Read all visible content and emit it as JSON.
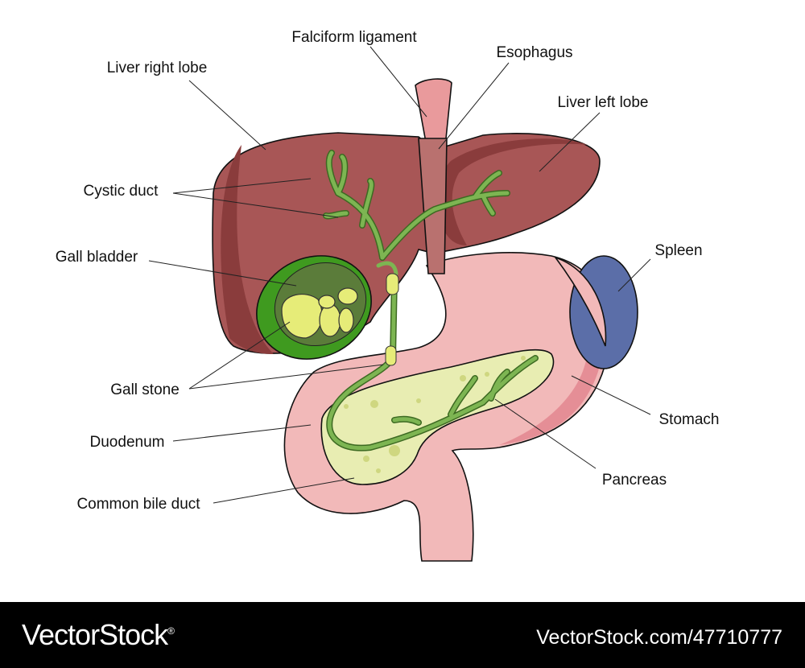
{
  "labels": {
    "falciform_ligament": "Falciform ligament",
    "esophagus": "Esophagus",
    "liver_right_lobe": "Liver right lobe",
    "liver_left_lobe": "Liver left lobe",
    "cystic_duct": "Cystic duct",
    "gall_bladder": "Gall bladder",
    "spleen": "Spleen",
    "gall_stone": "Gall stone",
    "stomach": "Stomach",
    "duodenum": "Duodenum",
    "pancreas": "Pancreas",
    "common_bile_duct": "Common bile duct"
  },
  "colors": {
    "liver": "#a85656",
    "liver_dark": "#8a3c3c",
    "stomach": "#f2b9b9",
    "stomach_dark": "#e58e96",
    "spleen": "#5b6ea8",
    "pancreas": "#e8edb2",
    "gall_bladder": "#3f9a1f",
    "bile_duct": "#7db552",
    "gall_stone": "#e6ec78"
  },
  "footer": {
    "brand": "VectorStock",
    "registered": "®",
    "url": "VectorStock.com/47710777"
  }
}
